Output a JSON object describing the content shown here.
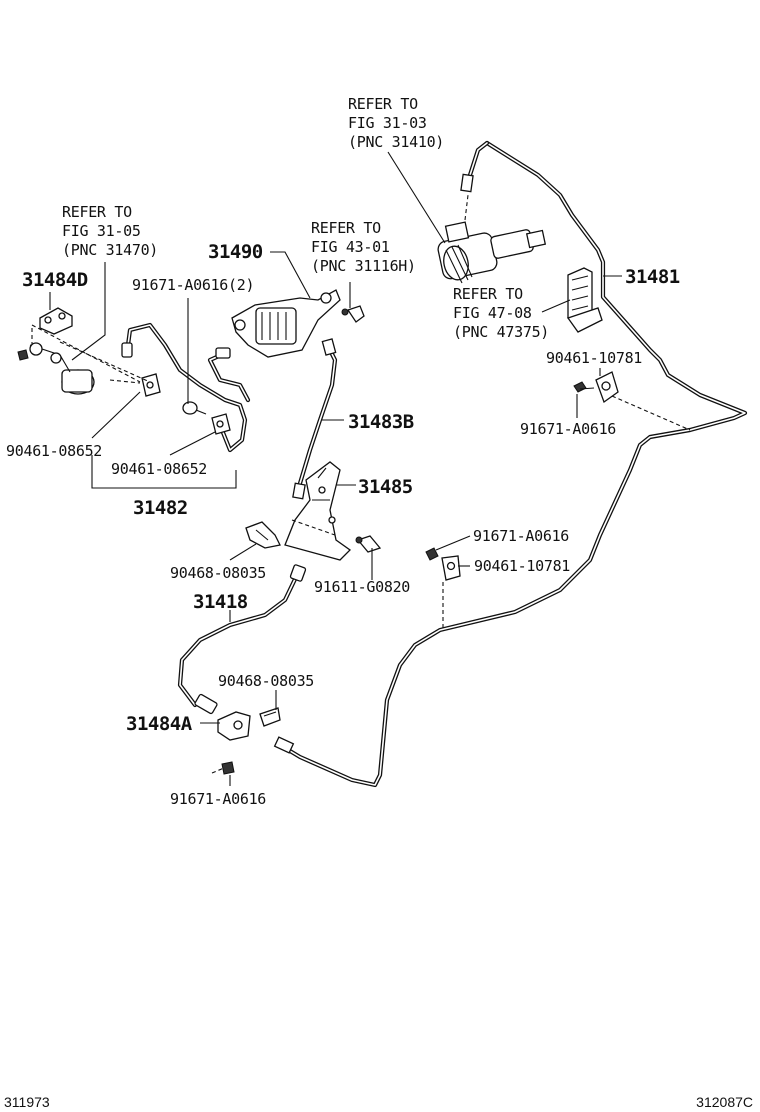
{
  "refer_notes": [
    {
      "id": "ref-31410",
      "lines": [
        "REFER TO",
        "FIG 31-03",
        "(PNC 31410)"
      ]
    },
    {
      "id": "ref-31470",
      "lines": [
        "REFER TO",
        "FIG 31-05",
        "(PNC 31470)"
      ]
    },
    {
      "id": "ref-31116h",
      "lines": [
        "REFER TO",
        "FIG 43-01",
        "(PNC 31116H)"
      ]
    },
    {
      "id": "ref-47375",
      "lines": [
        "REFER TO",
        "FIG 47-08",
        "(PNC 47375)"
      ]
    }
  ],
  "part_labels": {
    "p31481": "31481",
    "p31490": "31490",
    "p31484d": "31484D",
    "p31483b": "31483B",
    "p31485": "31485",
    "p31482": "31482",
    "p31418": "31418",
    "p31484a": "31484A"
  },
  "callouts": {
    "c91671_a0616_2": "91671-A0616(2)",
    "c90461_10781_top": "90461-10781",
    "c91671_a0616_top": "91671-A0616",
    "c90461_08652_left": "90461-08652",
    "c90461_08652_right": "90461-08652",
    "c91671_a0616_mid": "91671-A0616",
    "c90461_10781_mid": "90461-10781",
    "c90468_08035_top": "90468-08035",
    "c91611_g0820": "91611-G0820",
    "c90468_08035_bottom": "90468-08035",
    "c91671_a0616_bottom": "91671-A0616"
  },
  "footer": {
    "left_code": "311973",
    "right_code": "312087C"
  }
}
